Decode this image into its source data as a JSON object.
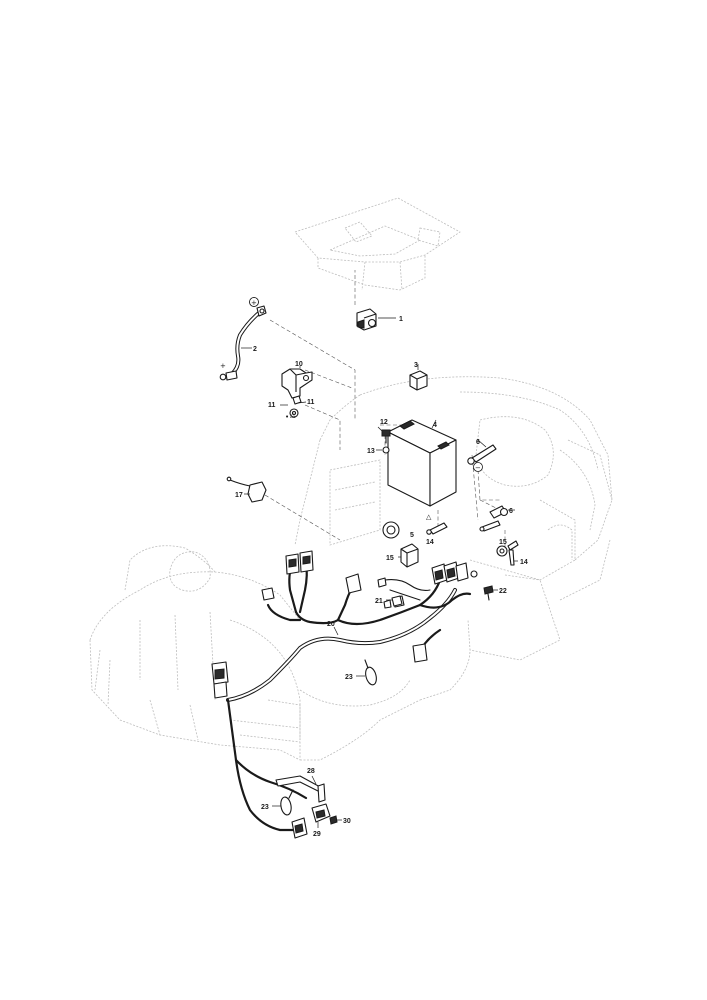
{
  "callouts": [
    "1",
    "2",
    "3",
    "4",
    "5",
    "6",
    "6",
    "10",
    "11",
    "11",
    "12",
    "13",
    "14",
    "14",
    "15",
    "15",
    "17",
    "20",
    "21",
    "22",
    "23",
    "23",
    "28",
    "29",
    "30"
  ],
  "symbols": {
    "plus_circle": "+",
    "minus_circle": "−",
    "plus": "+",
    "warning": "△",
    "dot": "•"
  }
}
